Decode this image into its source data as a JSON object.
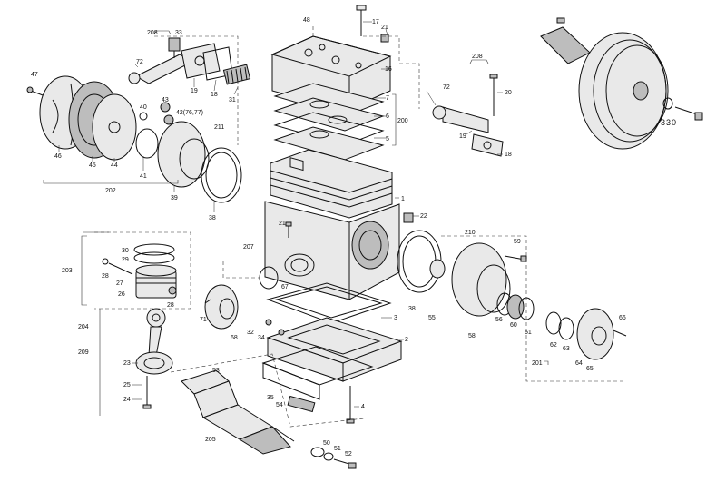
{
  "callouts": [
    {
      "id": "c48",
      "text": "48"
    },
    {
      "id": "c17",
      "text": "17"
    },
    {
      "id": "c21a",
      "text": "21"
    },
    {
      "id": "c16",
      "text": "16"
    },
    {
      "id": "c7",
      "text": "7"
    },
    {
      "id": "c6",
      "text": "6"
    },
    {
      "id": "c200",
      "text": "200"
    },
    {
      "id": "c5",
      "text": "5"
    },
    {
      "id": "c1",
      "text": "1"
    },
    {
      "id": "c22",
      "text": "22"
    },
    {
      "id": "c21b",
      "text": "21"
    },
    {
      "id": "c208a",
      "text": "208"
    },
    {
      "id": "c33",
      "text": "33"
    },
    {
      "id": "c72a",
      "text": "72"
    },
    {
      "id": "c19a",
      "text": "19"
    },
    {
      "id": "c18a",
      "text": "18"
    },
    {
      "id": "c31",
      "text": "31"
    },
    {
      "id": "c47",
      "text": "47"
    },
    {
      "id": "c40",
      "text": "40"
    },
    {
      "id": "c42",
      "text": "42(76,77)"
    },
    {
      "id": "c43",
      "text": "43"
    },
    {
      "id": "c211",
      "text": "211"
    },
    {
      "id": "c46",
      "text": "46"
    },
    {
      "id": "c45",
      "text": "45"
    },
    {
      "id": "c44",
      "text": "44"
    },
    {
      "id": "c41",
      "text": "41"
    },
    {
      "id": "c39",
      "text": "39"
    },
    {
      "id": "c202",
      "text": "202"
    },
    {
      "id": "c38a",
      "text": "38"
    },
    {
      "id": "c208b",
      "text": "208"
    },
    {
      "id": "c72b",
      "text": "72"
    },
    {
      "id": "c20",
      "text": "20"
    },
    {
      "id": "c19b",
      "text": "19"
    },
    {
      "id": "c18b",
      "text": "18"
    },
    {
      "id": "c330",
      "text": "330"
    },
    {
      "id": "c210",
      "text": "210"
    },
    {
      "id": "c59",
      "text": "59"
    },
    {
      "id": "c38b",
      "text": "38"
    },
    {
      "id": "c55",
      "text": "55"
    },
    {
      "id": "c56",
      "text": "56"
    },
    {
      "id": "c60",
      "text": "60"
    },
    {
      "id": "c61",
      "text": "61"
    },
    {
      "id": "c58",
      "text": "58"
    },
    {
      "id": "c66",
      "text": "66"
    },
    {
      "id": "c62",
      "text": "62"
    },
    {
      "id": "c63",
      "text": "63"
    },
    {
      "id": "c64",
      "text": "64"
    },
    {
      "id": "c65",
      "text": "65"
    },
    {
      "id": "c201",
      "text": "201"
    },
    {
      "id": "c30",
      "text": "30"
    },
    {
      "id": "c29",
      "text": "29"
    },
    {
      "id": "c203",
      "text": "203"
    },
    {
      "id": "c28a",
      "text": "28"
    },
    {
      "id": "c27",
      "text": "27"
    },
    {
      "id": "c26",
      "text": "26"
    },
    {
      "id": "c28b",
      "text": "28"
    },
    {
      "id": "c207",
      "text": "207"
    },
    {
      "id": "c67",
      "text": "67"
    },
    {
      "id": "c71",
      "text": "71"
    },
    {
      "id": "c68",
      "text": "68"
    },
    {
      "id": "c3",
      "text": "3"
    },
    {
      "id": "c32",
      "text": "32"
    },
    {
      "id": "c34",
      "text": "34"
    },
    {
      "id": "c2",
      "text": "2"
    },
    {
      "id": "c204",
      "text": "204"
    },
    {
      "id": "c209",
      "text": "209"
    },
    {
      "id": "c23",
      "text": "23"
    },
    {
      "id": "c25",
      "text": "25"
    },
    {
      "id": "c24",
      "text": "24"
    },
    {
      "id": "c53",
      "text": "53"
    },
    {
      "id": "c35",
      "text": "35"
    },
    {
      "id": "c54",
      "text": "54"
    },
    {
      "id": "c4",
      "text": "4"
    },
    {
      "id": "c205",
      "text": "205"
    },
    {
      "id": "c50",
      "text": "50"
    },
    {
      "id": "c51",
      "text": "51"
    },
    {
      "id": "c52",
      "text": "52"
    }
  ]
}
